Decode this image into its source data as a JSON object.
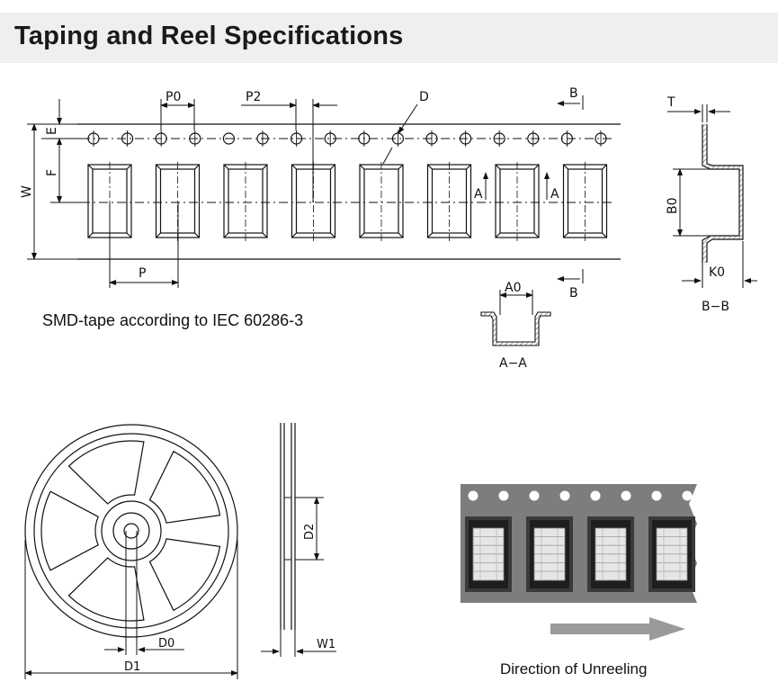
{
  "header": {
    "title": "Taping and Reel Specifications"
  },
  "tape_drawing": {
    "caption": "SMD-tape according to IEC 60286-3",
    "labels": {
      "P0": "P0",
      "P2": "P2",
      "D": "D",
      "B": "B",
      "T": "T",
      "E": "E",
      "F": "F",
      "W": "W",
      "A": "A",
      "P": "P",
      "B0": "B0",
      "K0": "K0",
      "A0": "A0"
    },
    "section_bb": "B−B",
    "section_aa": "A−A"
  },
  "reel_drawing": {
    "labels": {
      "D0": "D0",
      "D1": "D1",
      "D2": "D2",
      "W1": "W1"
    }
  },
  "unreel_drawing": {
    "caption": "Direction of Unreeling",
    "colors": {
      "tape": "#7d7d7d",
      "arrow": "#9a9a9a"
    }
  }
}
